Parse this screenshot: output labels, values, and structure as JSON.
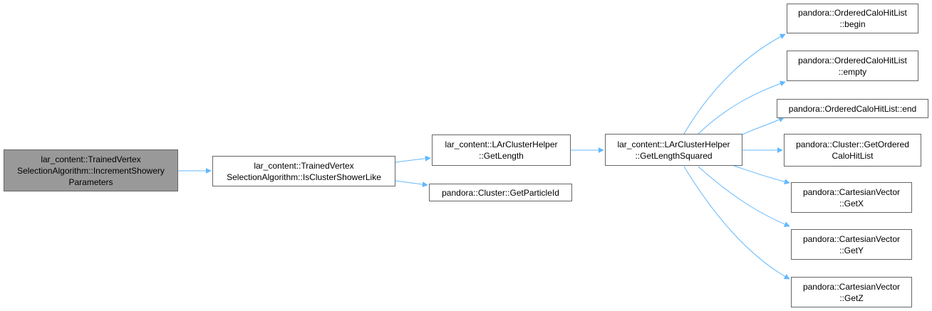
{
  "colors": {
    "edge": "#63b8ff",
    "node_border": "#666666",
    "root_fill": "#999999"
  },
  "nodes": {
    "increment": {
      "line1": "lar_content::TrainedVertex",
      "line2": "SelectionAlgorithm::IncrementShowery",
      "line3": "Parameters"
    },
    "is_shower": {
      "line1": "lar_content::TrainedVertex",
      "line2": "SelectionAlgorithm::IsClusterShowerLike"
    },
    "get_length": {
      "line1": "lar_content::LArClusterHelper",
      "line2": "::GetLength"
    },
    "get_particle": {
      "line1": "pandora::Cluster::GetParticleId"
    },
    "get_length_sq": {
      "line1": "lar_content::LArClusterHelper",
      "line2": "::GetLengthSquared"
    },
    "begin": {
      "line1": "pandora::OrderedCaloHitList",
      "line2": "::begin"
    },
    "empty": {
      "line1": "pandora::OrderedCaloHitList",
      "line2": "::empty"
    },
    "end": {
      "line1": "pandora::OrderedCaloHitList::end"
    },
    "get_ordered": {
      "line1": "pandora::Cluster::GetOrdered",
      "line2": "CaloHitList"
    },
    "getx": {
      "line1": "pandora::CartesianVector",
      "line2": "::GetX"
    },
    "gety": {
      "line1": "pandora::CartesianVector",
      "line2": "::GetY"
    },
    "getz": {
      "line1": "pandora::CartesianVector",
      "line2": "::GetZ"
    }
  }
}
